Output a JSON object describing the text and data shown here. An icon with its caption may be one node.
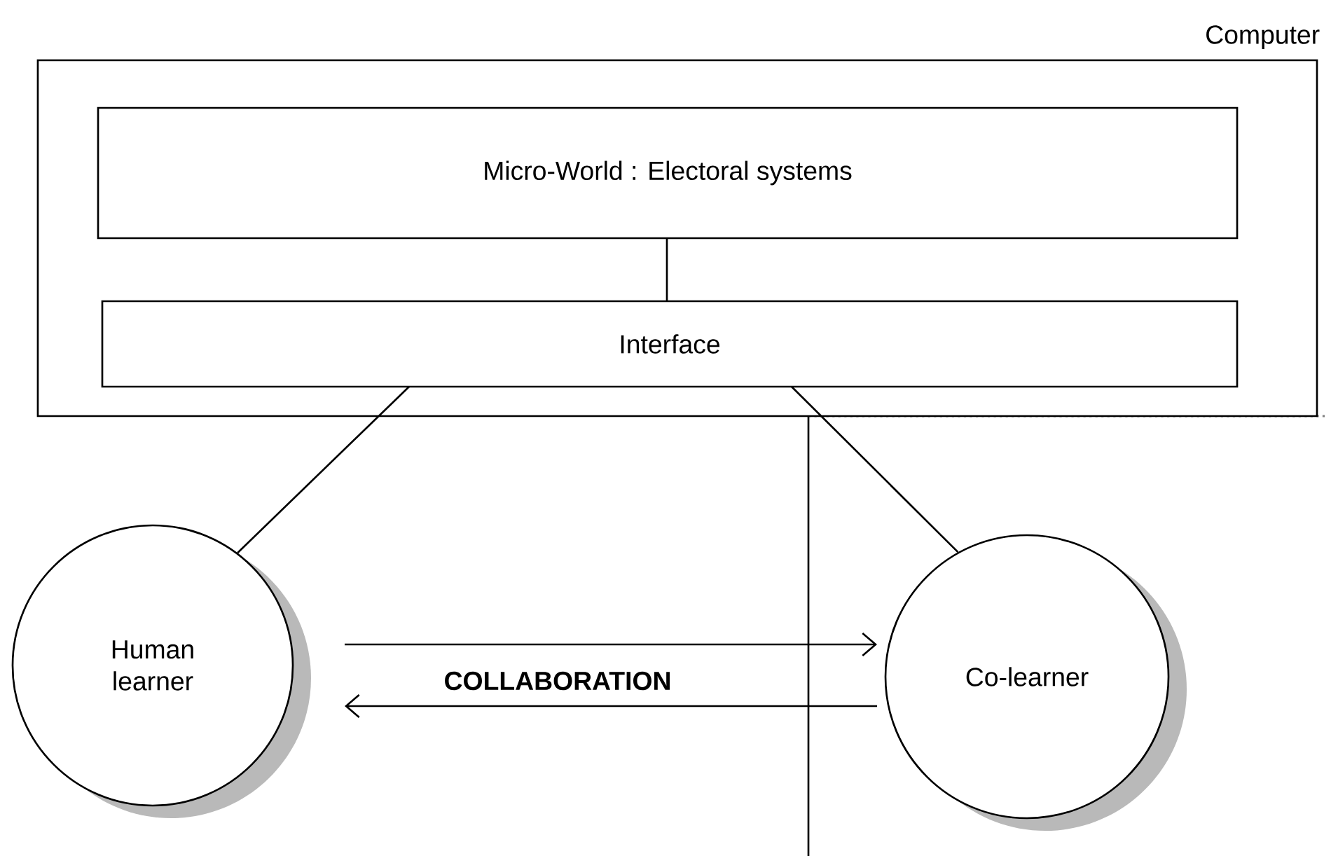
{
  "diagram": {
    "nodes": [
      {
        "text": [
          "Computer"
        ]
      },
      {
        "text": [
          "Micro-World : Electoral systems"
        ],
        "in": 0
      },
      {
        "text": [
          "Interface"
        ],
        "in": 0
      },
      {
        "text": [
          "Human learner"
        ]
      },
      {
        "text": [
          "Co-learner"
        ]
      }
    ],
    "edges": [
      {
        "from": 1,
        "to": 2,
        "arrow": "none"
      },
      {
        "from": 2,
        "to": 3,
        "arrow": "none"
      },
      {
        "from": 2,
        "to": 4,
        "arrow": "none"
      },
      {
        "from": 3,
        "to": 4,
        "arrow": "to"
      },
      {
        "from": 4,
        "to": 3,
        "arrow": "to",
        "label": "**COLLABORATION**"
      }
    ]
  }
}
